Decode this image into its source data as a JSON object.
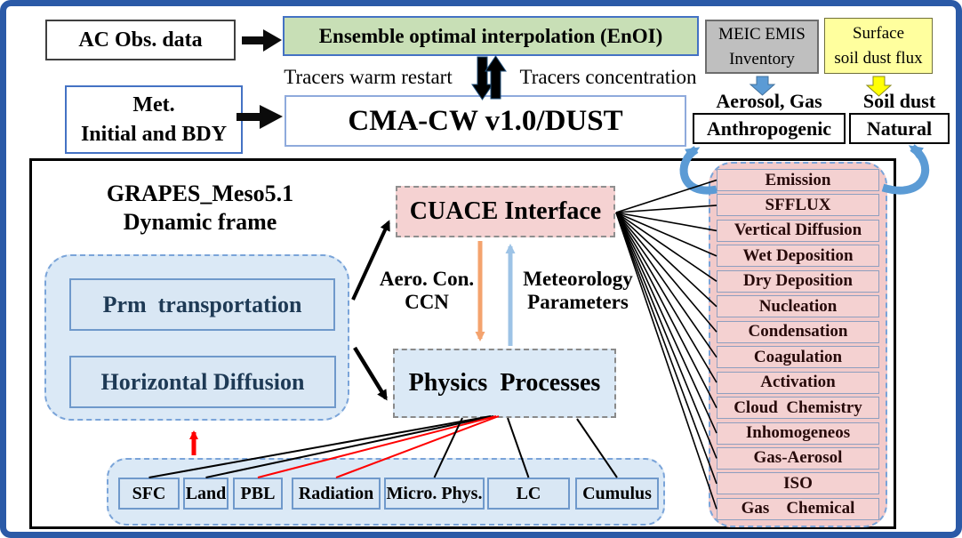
{
  "top": {
    "ac_obs": "AC Obs. data",
    "enoi": "Ensemble optimal interpolation (EnOI)",
    "meic_line1": "MEIC EMIS",
    "meic_line2": "Inventory",
    "surface_line1": "Surface",
    "surface_line2": "soil dust flux",
    "tracers_warm": "Tracers warm restart",
    "tracers_conc": "Tracers concentration",
    "met_line1": "Met.",
    "met_line2": "Initial and BDY",
    "cma": "CMA-CW v1.0/DUST",
    "aerosol_gas": "Aerosol, Gas",
    "soil_dust": "Soil dust",
    "anthropogenic": "Anthropogenic",
    "natural": "Natural"
  },
  "frame": {
    "grapes_line1": "GRAPES_Meso5.1",
    "grapes_line2": "Dynamic frame",
    "prm": "Prm  transportation",
    "horizontal": "Horizontal Diffusion",
    "cuace": "CUACE Interface",
    "aero_con_line1": "Aero. Con.",
    "aero_con_line2": "CCN",
    "met_par_line1": "Meteorology",
    "met_par_line2": "Parameters",
    "physics": "Physics  Processes"
  },
  "physics_schemes": [
    {
      "label": "SFC",
      "line_color": "#000000"
    },
    {
      "label": "Land",
      "line_color": "#000000"
    },
    {
      "label": "PBL",
      "line_color": "#ff0000"
    },
    {
      "label": "Radiation",
      "line_color": "#ff0000"
    },
    {
      "label": "Micro. Phys.",
      "line_color": "#000000"
    },
    {
      "label": "LC",
      "line_color": "#000000"
    },
    {
      "label": "Cumulus",
      "line_color": "#000000"
    }
  ],
  "cuace_processes": [
    {
      "label": "Emission"
    },
    {
      "label": "SFFLUX"
    },
    {
      "label": "Vertical Diffusion"
    },
    {
      "label": "Wet Deposition"
    },
    {
      "label": "Dry Deposition"
    },
    {
      "label": "Nucleation"
    },
    {
      "label": "Condensation"
    },
    {
      "label": "Coagulation"
    },
    {
      "label": "Activation"
    },
    {
      "label": "Cloud  Chemistry"
    },
    {
      "label": "Inhomogeneos"
    },
    {
      "label": "Gas-Aerosol"
    },
    {
      "label": "ISO"
    },
    {
      "label": "Gas    Chemical"
    }
  ],
  "colors": {
    "outer_border": "#2b5aa7",
    "enoi_green": "#c8dfb6",
    "meic_gray": "#bfbfbf",
    "surface_yellow": "#ffff9e",
    "panel_blue": "#dbe9f6",
    "panel_pink": "#f4d1d1",
    "accent_blue": "#4472c4",
    "arrow_blue": "#5b9bd5",
    "arrow_orange": "#f4a36e",
    "arrow_lightblue": "#9dc3e6",
    "arrow_red": "#ff0000"
  }
}
